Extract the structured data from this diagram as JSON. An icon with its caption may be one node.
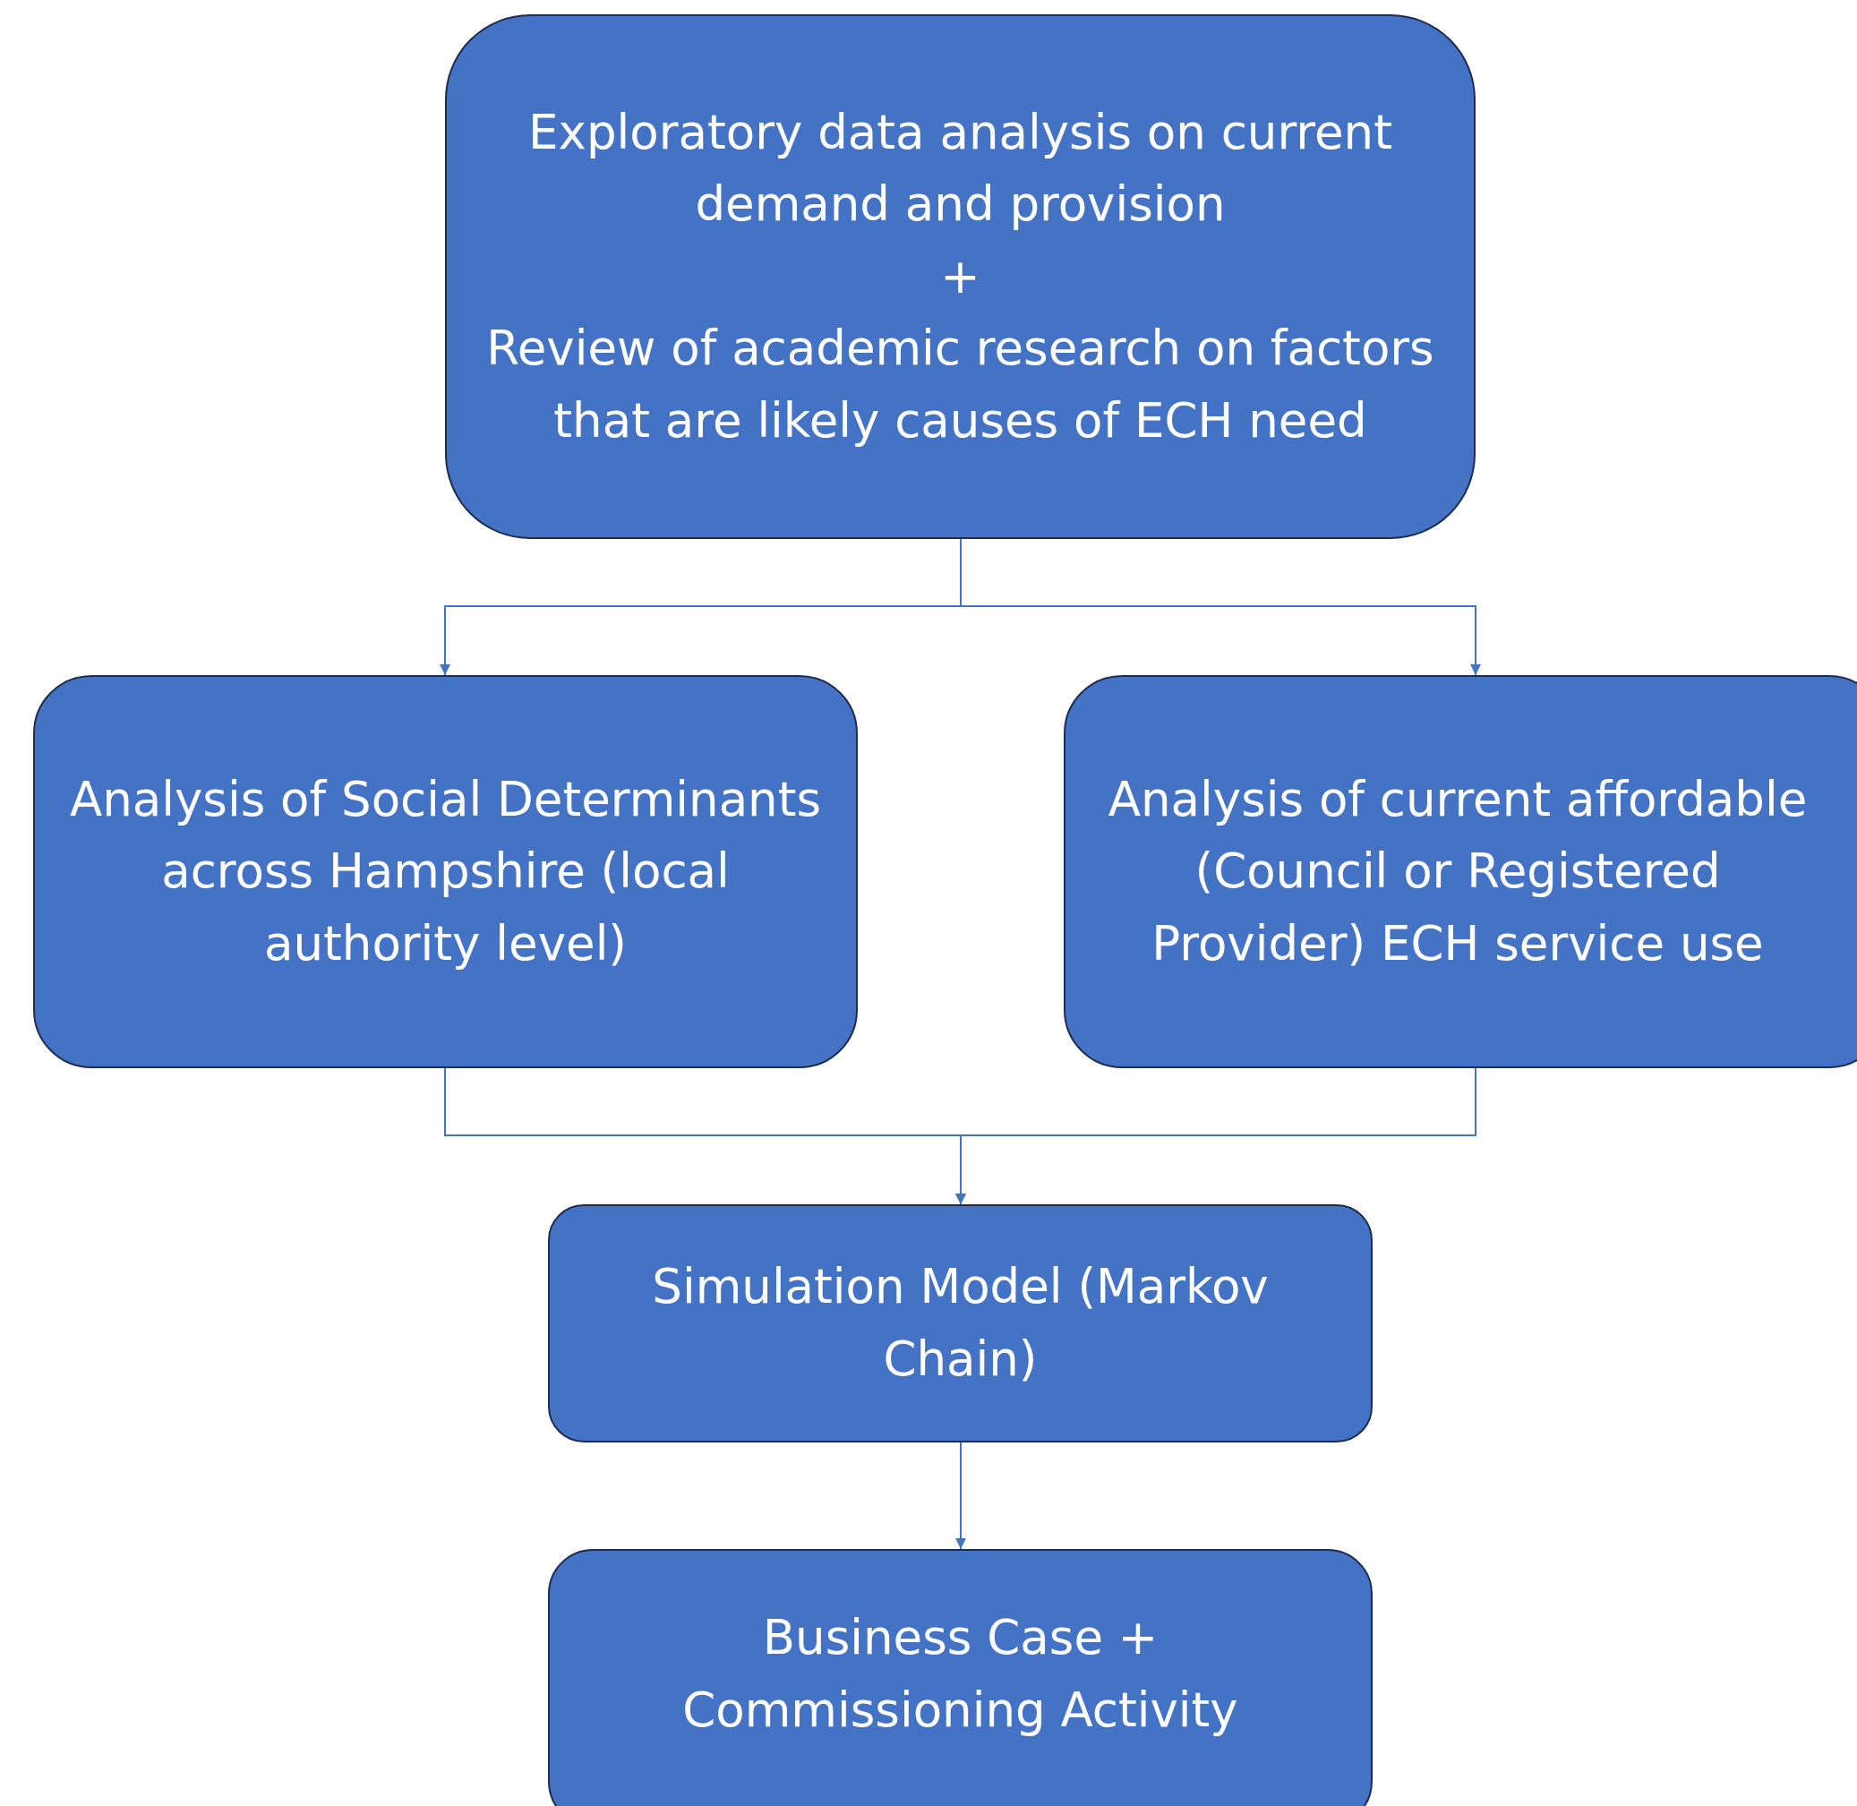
{
  "diagram": {
    "nodes": [
      {
        "text": [
          "Exploratory data analysis on current demand and provision",
          "+",
          "Review of academic research on factors that are likely causes of ECH need"
        ]
      },
      {
        "text": [
          "Analysis of Social Determinants across Hampshire (local authority level)"
        ]
      },
      {
        "text": [
          "Analysis of current affordable (Council or Registered Provider) ECH service use"
        ]
      },
      {
        "text": [
          "Simulation Model (Markov Chain)"
        ]
      },
      {
        "text": [
          "Business Case + Commissioning Activity"
        ]
      }
    ],
    "edges": [
      {
        "from": 0,
        "to": 1,
        "arrow": "to"
      },
      {
        "from": 0,
        "to": 2,
        "arrow": "to"
      },
      {
        "from": 1,
        "to": 3,
        "arrow": "to"
      },
      {
        "from": 2,
        "to": 3,
        "arrow": "to"
      },
      {
        "from": 3,
        "to": 4,
        "arrow": "to"
      }
    ]
  }
}
